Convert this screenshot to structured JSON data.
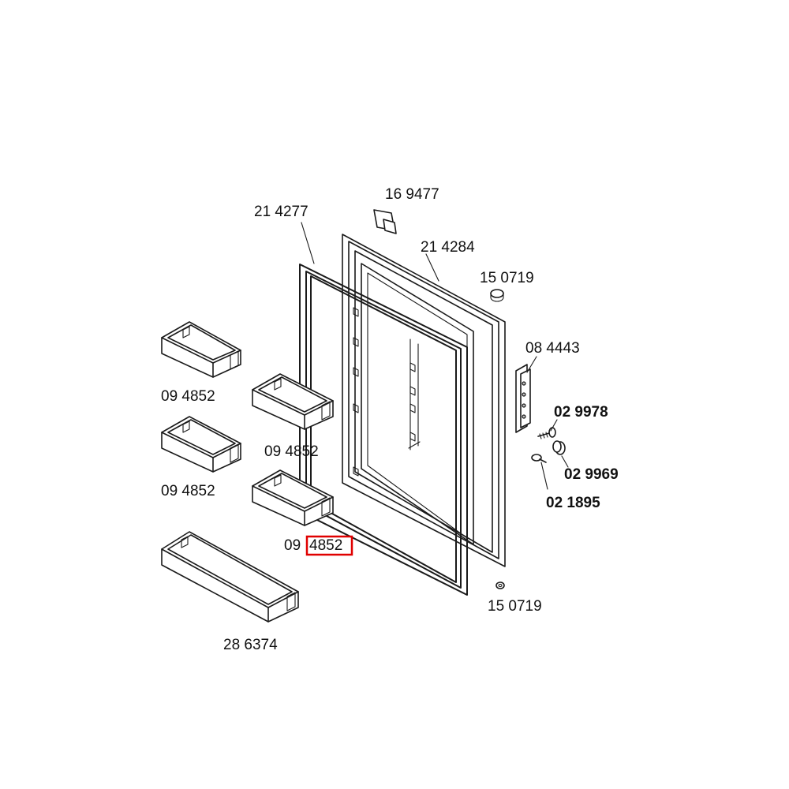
{
  "diagram": {
    "labels": {
      "lid_hinge_plate": "16 9477",
      "door_gasket": "21 4277",
      "door_panel": "21 4284",
      "plug_top": "15 0719",
      "hinge_bracket": "08 4443",
      "screw_1": "02 9978",
      "cap_nut": "02 9969",
      "screw_2": "02 1895",
      "plug_bottom": "15 0719",
      "shelf_upper_left": "09 4852",
      "shelf_upper_mid": "09 4852",
      "shelf_mid_left": "09 4852",
      "shelf_lower_mid_prefix": "09",
      "shelf_lower_mid_suffix": "4852",
      "bottle_shelf": "28 6374"
    },
    "highlight_color": "#e00000"
  }
}
